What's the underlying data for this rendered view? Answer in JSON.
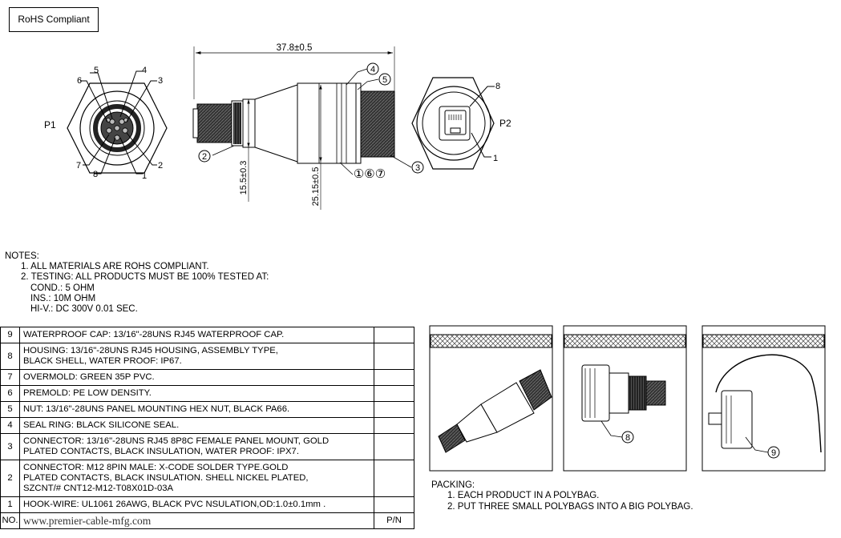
{
  "rohs_badge": "RoHS Compliant",
  "drawing": {
    "overall_length": "37.8±0.5",
    "dim_left_dia": "15.5±0.3",
    "dim_right_dia": "25.15±0.5",
    "p1_label": "P1",
    "p2_label": "P2",
    "pins": [
      "5",
      "4",
      "3",
      "6",
      "7",
      "8",
      "1",
      "2"
    ],
    "callouts": [
      "2",
      "4",
      "5",
      "3",
      "8",
      "1",
      "9"
    ],
    "callout_combo": "①⑥⑦"
  },
  "notes": {
    "heading": "NOTES:",
    "items": [
      "1. ALL MATERIALS ARE ROHS COMPLIANT.",
      "2. TESTING: ALL PRODUCTS MUST BE 100% TESTED AT:"
    ],
    "tests": [
      "COND.: 5 OHM",
      "INS.: 10M OHM",
      "HI-V.: DC 300V 0.01 SEC."
    ]
  },
  "bom": {
    "rows": [
      {
        "no": "9",
        "desc": "WATERPROOF CAP: 13/16\"-28UNS RJ45 WATERPROOF CAP."
      },
      {
        "no": "8",
        "desc": "HOUSING: 13/16\"-28UNS RJ45 HOUSING, ASSEMBLY TYPE,",
        "desc2": "BLACK SHELL, WATER PROOF: IP67."
      },
      {
        "no": "7",
        "desc": "OVERMOLD: GREEN 35P PVC."
      },
      {
        "no": "6",
        "desc": "PREMOLD: PE LOW DENSITY."
      },
      {
        "no": "5",
        "desc": "NUT: 13/16\"-28UNS PANEL MOUNTING HEX NUT, BLACK PA66."
      },
      {
        "no": "4",
        "desc": "SEAL RING: BLACK SILICONE SEAL."
      },
      {
        "no": "3",
        "desc": "CONNECTOR: 13/16\"-28UNS RJ45 8P8C FEMALE PANEL MOUNT, GOLD",
        "desc2": "PLATED CONTACTS, BLACK  INSULATION, WATER PROOF: IPX7."
      },
      {
        "no": "2",
        "desc": "CONNECTOR: M12 8PIN MALE: X-CODE SOLDER TYPE.GOLD",
        "desc2": "PLATED CONTACTS, BLACK INSULATION. SHELL NICKEL PLATED,",
        "desc3": "SZCNT/# CNT12-M12-T08X01D-03A"
      },
      {
        "no": "1",
        "desc": "HOOK-WIRE: UL1061 26AWG, BLACK PVC NSULATION,OD:1.0±0.1mm ."
      }
    ],
    "footer": {
      "no": "NO.",
      "site": "www.premier-cable-mfg.com",
      "pn": "P/N"
    }
  },
  "packing": {
    "heading": "PACKING:",
    "items": [
      "1. EACH PRODUCT IN A  POLYBAG.",
      "2. PUT THREE SMALL POLYBAGS INTO A BIG POLYBAG."
    ]
  }
}
